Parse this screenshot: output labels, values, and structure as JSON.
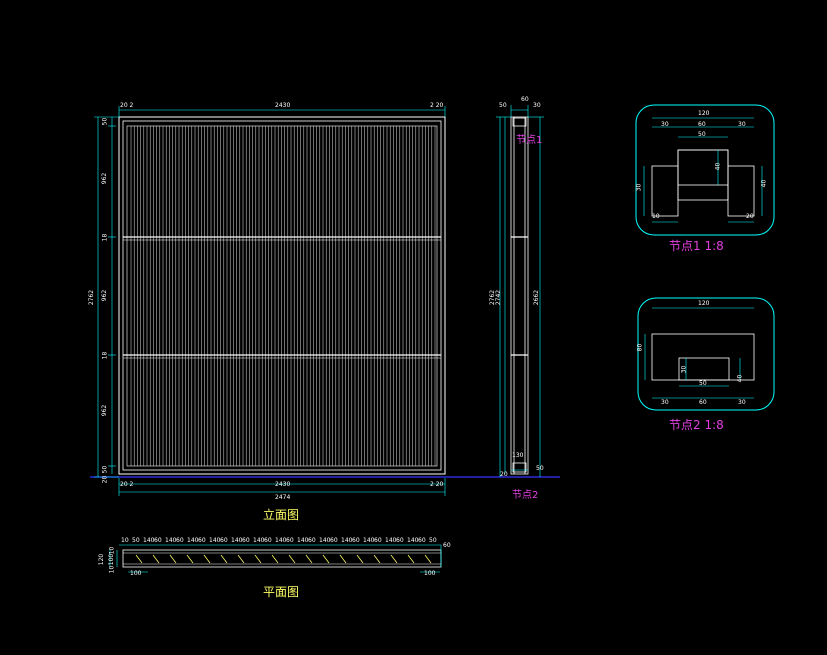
{
  "titles": {
    "elevation": "立面图",
    "plan": "平面图",
    "node1": "节点1  1:8",
    "node2": "节点2  1:8",
    "node1_tag": "节点1",
    "node2_tag": "节点2"
  },
  "elevation_dims": {
    "top_left": "20 2",
    "top_width": "2430",
    "top_right": "2 20",
    "bottom_left": "20 2",
    "bottom_width": "2430",
    "bottom_right": "2 20",
    "bottom_total": "2474",
    "left_top": "50",
    "left_panel1": "962",
    "left_gap1": "18",
    "left_panel2": "962",
    "left_gap2": "18",
    "left_panel3": "962",
    "left_bottom": "50",
    "left_total": "2762",
    "left_bottom_small": "20"
  },
  "side_dims": {
    "top_a": "50",
    "top_b": "30",
    "top_c": "60",
    "left_total": "2762",
    "left_inner": "2742",
    "right_total": "2662",
    "bottom_a": "130",
    "bottom_b": "20",
    "bottom_c": "50"
  },
  "plan_dims": {
    "spacing": [
      "10",
      "50",
      "140",
      "60",
      "140",
      "60",
      "140",
      "60",
      "140",
      "60",
      "140",
      "60",
      "140",
      "60",
      "140",
      "60",
      "140",
      "60",
      "140",
      "60",
      "140",
      "60",
      "140",
      "60",
      "140",
      "60",
      "140",
      "60",
      "50"
    ],
    "right": "60",
    "left_a": "120",
    "left_b": "10",
    "left_c": "100",
    "left_d": "10",
    "bottom_left": "100",
    "bottom_right": "100"
  },
  "node1_dims": {
    "top": "120",
    "seg_left": "30",
    "seg_mid": "60",
    "seg_right": "30",
    "inner": "50",
    "height": "40",
    "left": "30",
    "right": "40",
    "bottom_left": "10",
    "bottom_right": "20"
  },
  "node2_dims": {
    "top": "120",
    "left": "80",
    "inner_h": "30",
    "inner_w": "50",
    "right": "40",
    "bottom_left": "30",
    "bottom_mid": "60",
    "bottom_right": "30"
  },
  "colors": {
    "background": "#000000",
    "frame": "#ffffff",
    "dimension": "#00ffff",
    "title": "#ffff66",
    "node_label": "#e040e0",
    "ground": "#3333ff"
  }
}
